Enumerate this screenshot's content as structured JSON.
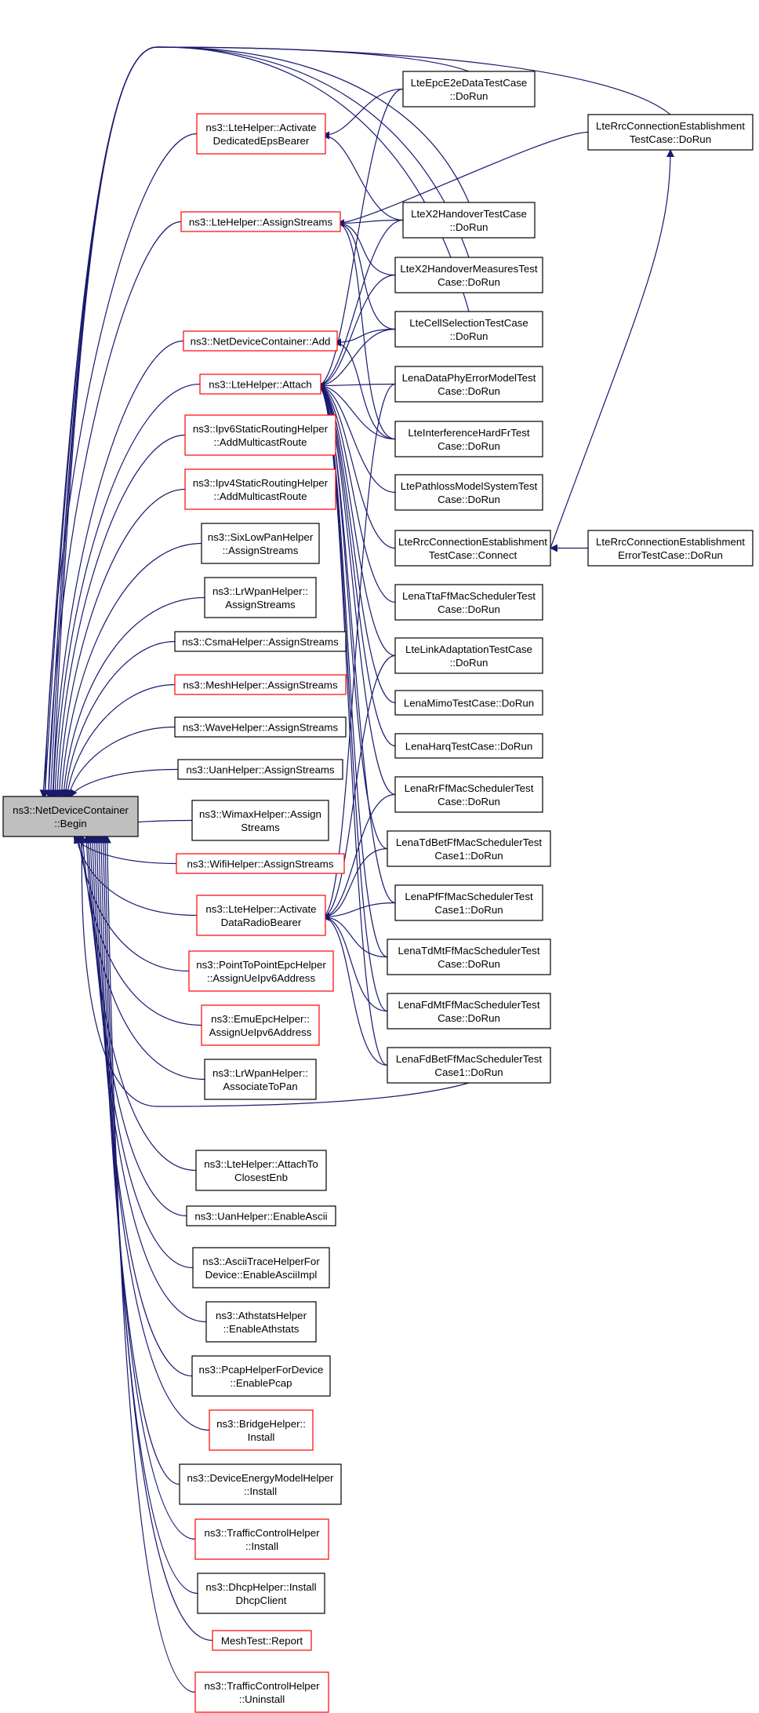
{
  "diagram": {
    "colors": {
      "edge": "#191970",
      "border_default": "#000000",
      "border_red": "#ff0000",
      "root_fill": "#bfbfbf",
      "node_fill": "#ffffff"
    },
    "nodes": [
      {
        "id": "root",
        "lines": [
          "ns3::NetDeviceContainer",
          "::Begin"
        ],
        "border": "root"
      },
      {
        "id": "lte_activate_ded",
        "lines": [
          "ns3::LteHelper::Activate",
          "DedicatedEpsBearer"
        ],
        "border": "red"
      },
      {
        "id": "lte_assign",
        "lines": [
          "ns3::LteHelper::AssignStreams"
        ],
        "border": "red"
      },
      {
        "id": "ndc_add",
        "lines": [
          "ns3::NetDeviceContainer::Add"
        ],
        "border": "red"
      },
      {
        "id": "lte_attach",
        "lines": [
          "ns3::LteHelper::Attach"
        ],
        "border": "red"
      },
      {
        "id": "ipv6_static",
        "lines": [
          "ns3::Ipv6StaticRoutingHelper",
          "::AddMulticastRoute"
        ],
        "border": "red"
      },
      {
        "id": "ipv4_static",
        "lines": [
          "ns3::Ipv4StaticRoutingHelper",
          "::AddMulticastRoute"
        ],
        "border": "red"
      },
      {
        "id": "sixlowpan",
        "lines": [
          "ns3::SixLowPanHelper",
          "::AssignStreams"
        ],
        "border": "black"
      },
      {
        "id": "lrwpan_assign",
        "lines": [
          "ns3::LrWpanHelper::",
          "AssignStreams"
        ],
        "border": "black"
      },
      {
        "id": "csma",
        "lines": [
          "ns3::CsmaHelper::AssignStreams"
        ],
        "border": "black"
      },
      {
        "id": "mesh",
        "lines": [
          "ns3::MeshHelper::AssignStreams"
        ],
        "border": "red"
      },
      {
        "id": "wave",
        "lines": [
          "ns3::WaveHelper::AssignStreams"
        ],
        "border": "black"
      },
      {
        "id": "uan_assign",
        "lines": [
          "ns3::UanHelper::AssignStreams"
        ],
        "border": "black"
      },
      {
        "id": "wimax",
        "lines": [
          "ns3::WimaxHelper::Assign",
          "Streams"
        ],
        "border": "black"
      },
      {
        "id": "wifi",
        "lines": [
          "ns3::WifiHelper::AssignStreams"
        ],
        "border": "red"
      },
      {
        "id": "lte_activate_drb",
        "lines": [
          "ns3::LteHelper::Activate",
          "DataRadioBearer"
        ],
        "border": "red"
      },
      {
        "id": "p2p_epc",
        "lines": [
          "ns3::PointToPointEpcHelper",
          "::AssignUeIpv6Address"
        ],
        "border": "red"
      },
      {
        "id": "emu_epc",
        "lines": [
          "ns3::EmuEpcHelper::",
          "AssignUeIpv6Address"
        ],
        "border": "red"
      },
      {
        "id": "lrwpan_assoc",
        "lines": [
          "ns3::LrWpanHelper::",
          "AssociateToPan"
        ],
        "border": "black"
      },
      {
        "id": "lte_attach_closest",
        "lines": [
          "ns3::LteHelper::AttachTo",
          "ClosestEnb"
        ],
        "border": "black"
      },
      {
        "id": "uan_ascii",
        "lines": [
          "ns3::UanHelper::EnableAscii"
        ],
        "border": "black"
      },
      {
        "id": "ascii_trace",
        "lines": [
          "ns3::AsciiTraceHelperFor",
          "Device::EnableAsciiImpl"
        ],
        "border": "black"
      },
      {
        "id": "athstats",
        "lines": [
          "ns3::AthstatsHelper",
          "::EnableAthstats"
        ],
        "border": "black"
      },
      {
        "id": "pcap",
        "lines": [
          "ns3::PcapHelperForDevice",
          "::EnablePcap"
        ],
        "border": "black"
      },
      {
        "id": "bridge",
        "lines": [
          "ns3::BridgeHelper::",
          "Install"
        ],
        "border": "red"
      },
      {
        "id": "energy",
        "lines": [
          "ns3::DeviceEnergyModelHelper",
          "::Install"
        ],
        "border": "black"
      },
      {
        "id": "tc_install",
        "lines": [
          "ns3::TrafficControlHelper",
          "::Install"
        ],
        "border": "red"
      },
      {
        "id": "dhcp",
        "lines": [
          "ns3::DhcpHelper::Install",
          "DhcpClient"
        ],
        "border": "black"
      },
      {
        "id": "mesh_report",
        "lines": [
          "MeshTest::Report"
        ],
        "border": "red"
      },
      {
        "id": "tc_uninstall",
        "lines": [
          "ns3::TrafficControlHelper",
          "::Uninstall"
        ],
        "border": "red"
      },
      {
        "id": "e2e",
        "lines": [
          "LteEpcE2eDataTestCase",
          "::DoRun"
        ],
        "border": "black"
      },
      {
        "id": "x2ho",
        "lines": [
          "LteX2HandoverTestCase",
          "::DoRun"
        ],
        "border": "black"
      },
      {
        "id": "x2hom",
        "lines": [
          "LteX2HandoverMeasuresTest",
          "Case::DoRun"
        ],
        "border": "black"
      },
      {
        "id": "cellsel",
        "lines": [
          "LteCellSelectionTestCase",
          "::DoRun"
        ],
        "border": "black"
      },
      {
        "id": "phyerr",
        "lines": [
          "LenaDataPhyErrorModelTest",
          "Case::DoRun"
        ],
        "border": "black"
      },
      {
        "id": "interf",
        "lines": [
          "LteInterferenceHardFrTest",
          "Case::DoRun"
        ],
        "border": "black"
      },
      {
        "id": "pathloss",
        "lines": [
          "LtePathlossModelSystemTest",
          "Case::DoRun"
        ],
        "border": "black"
      },
      {
        "id": "rrc_connect",
        "lines": [
          "LteRrcConnectionEstablishment",
          "TestCase::Connect"
        ],
        "border": "black"
      },
      {
        "id": "tta",
        "lines": [
          "LenaTtaFfMacSchedulerTest",
          "Case::DoRun"
        ],
        "border": "black"
      },
      {
        "id": "linkadapt",
        "lines": [
          "LteLinkAdaptationTestCase",
          "::DoRun"
        ],
        "border": "black"
      },
      {
        "id": "mimo",
        "lines": [
          "LenaMimoTestCase::DoRun"
        ],
        "border": "black"
      },
      {
        "id": "harq",
        "lines": [
          "LenaHarqTestCase::DoRun"
        ],
        "border": "black"
      },
      {
        "id": "rr",
        "lines": [
          "LenaRrFfMacSchedulerTest",
          "Case::DoRun"
        ],
        "border": "black"
      },
      {
        "id": "tdbet",
        "lines": [
          "LenaTdBetFfMacSchedulerTest",
          "Case1::DoRun"
        ],
        "border": "black"
      },
      {
        "id": "pf",
        "lines": [
          "LenaPfFfMacSchedulerTest",
          "Case1::DoRun"
        ],
        "border": "black"
      },
      {
        "id": "tdmt",
        "lines": [
          "LenaTdMtFfMacSchedulerTest",
          "Case::DoRun"
        ],
        "border": "black"
      },
      {
        "id": "fdmt",
        "lines": [
          "LenaFdMtFfMacSchedulerTest",
          "Case::DoRun"
        ],
        "border": "black"
      },
      {
        "id": "fdbet",
        "lines": [
          "LenaFdBetFfMacSchedulerTest",
          "Case1::DoRun"
        ],
        "border": "black"
      },
      {
        "id": "rrc_dorun",
        "lines": [
          "LteRrcConnectionEstablishment",
          "TestCase::DoRun"
        ],
        "border": "black"
      },
      {
        "id": "rrc_err",
        "lines": [
          "LteRrcConnectionEstablishment",
          "ErrorTestCase::DoRun"
        ],
        "border": "black"
      }
    ]
  }
}
